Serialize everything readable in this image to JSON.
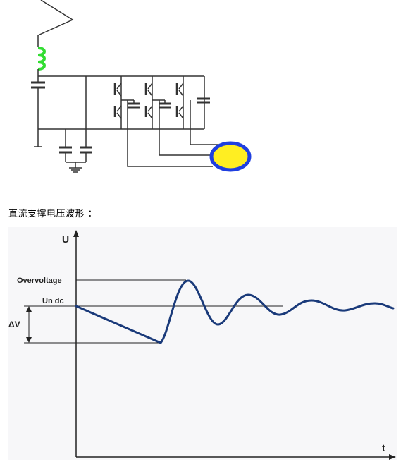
{
  "caption": "直流支撑电压波形 ：",
  "colors": {
    "wire": "#333333",
    "inductor": "#33dd33",
    "motor_fill": "#ffee22",
    "motor_stroke": "#1f3fe0",
    "waveform": "#1a3a7a",
    "plot_background": "#f7f7f9"
  },
  "icons": {
    "inductor": "inductor-coil-icon",
    "capacitor": "capacitor-icon",
    "igbt": "igbt-switch-icon",
    "ground": "ground-icon",
    "motor": "motor-icon"
  },
  "chart": {
    "y_axis_label": "U",
    "x_axis_label": "t",
    "overvoltage_label": "Overvoltage",
    "undc_label": "Un dc",
    "delta_v_label": "ΔV"
  }
}
